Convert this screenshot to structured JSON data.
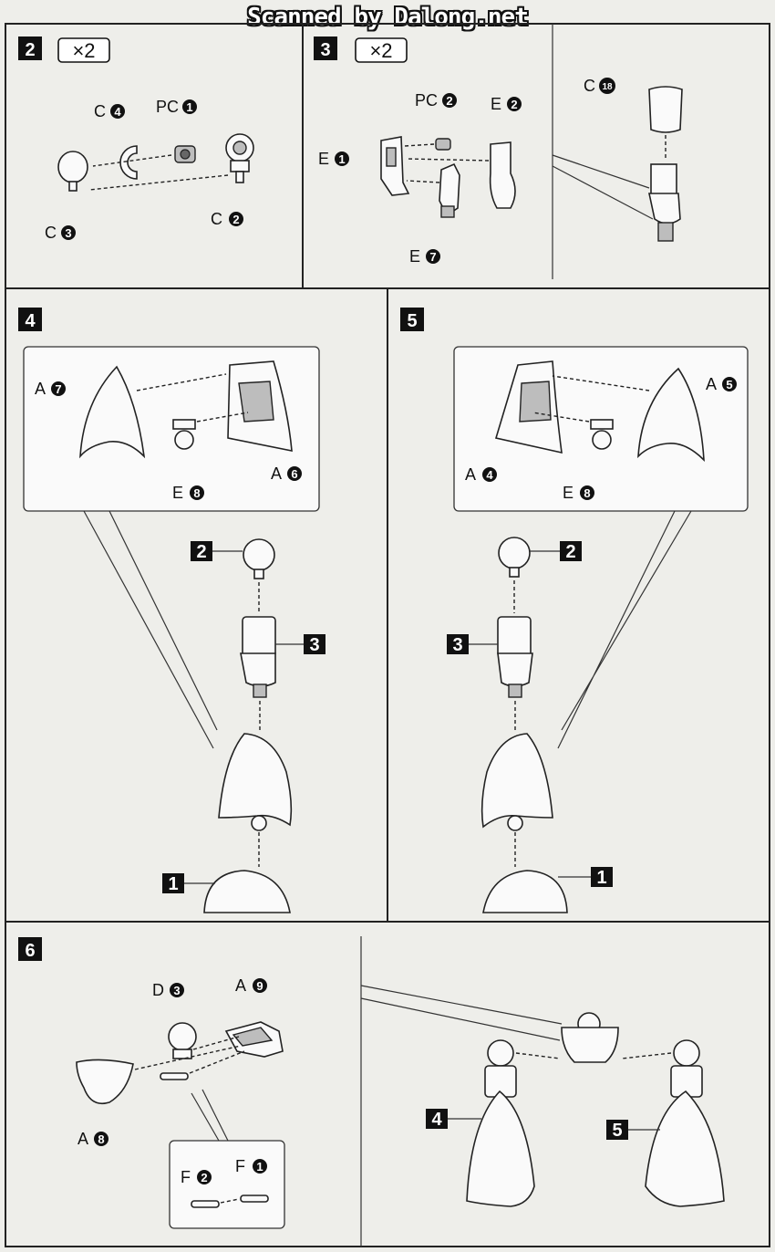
{
  "watermark": "Scanned by Dalong.net",
  "steps": {
    "s2": {
      "number": "2",
      "quantity": "×2"
    },
    "s3": {
      "number": "3",
      "quantity": "×2"
    },
    "s4": {
      "number": "4"
    },
    "s5": {
      "number": "5"
    },
    "s6": {
      "number": "6"
    }
  },
  "labels": {
    "s2_c4": {
      "letter": "C",
      "num": "4"
    },
    "s2_pc1": {
      "letter": "PC",
      "num": "1"
    },
    "s2_c3": {
      "letter": "C",
      "num": "3"
    },
    "s2_c2": {
      "letter": "C",
      "num": "2"
    },
    "s3_pc2": {
      "letter": "PC",
      "num": "2"
    },
    "s3_e2": {
      "letter": "E",
      "num": "2"
    },
    "s3_e1": {
      "letter": "E",
      "num": "1"
    },
    "s3_e7": {
      "letter": "E",
      "num": "7"
    },
    "s3_c18": {
      "letter": "C",
      "num": "18"
    },
    "s4_a7": {
      "letter": "A",
      "num": "7"
    },
    "s4_a6": {
      "letter": "A",
      "num": "6"
    },
    "s4_e8": {
      "letter": "E",
      "num": "8"
    },
    "s5_a5": {
      "letter": "A",
      "num": "5"
    },
    "s5_a4": {
      "letter": "A",
      "num": "4"
    },
    "s5_e8": {
      "letter": "E",
      "num": "8"
    },
    "s6_d3": {
      "letter": "D",
      "num": "3"
    },
    "s6_a9": {
      "letter": "A",
      "num": "9"
    },
    "s6_a8": {
      "letter": "A",
      "num": "8"
    },
    "s6_f2": {
      "letter": "F",
      "num": "2"
    },
    "s6_f1": {
      "letter": "F",
      "num": "1"
    }
  },
  "refs": {
    "s4_ref2": "2",
    "s4_ref3": "3",
    "s4_ref1": "1",
    "s5_ref2": "2",
    "s5_ref3": "3",
    "s5_ref1": "1",
    "s6_ref4": "4",
    "s6_ref5": "5"
  }
}
